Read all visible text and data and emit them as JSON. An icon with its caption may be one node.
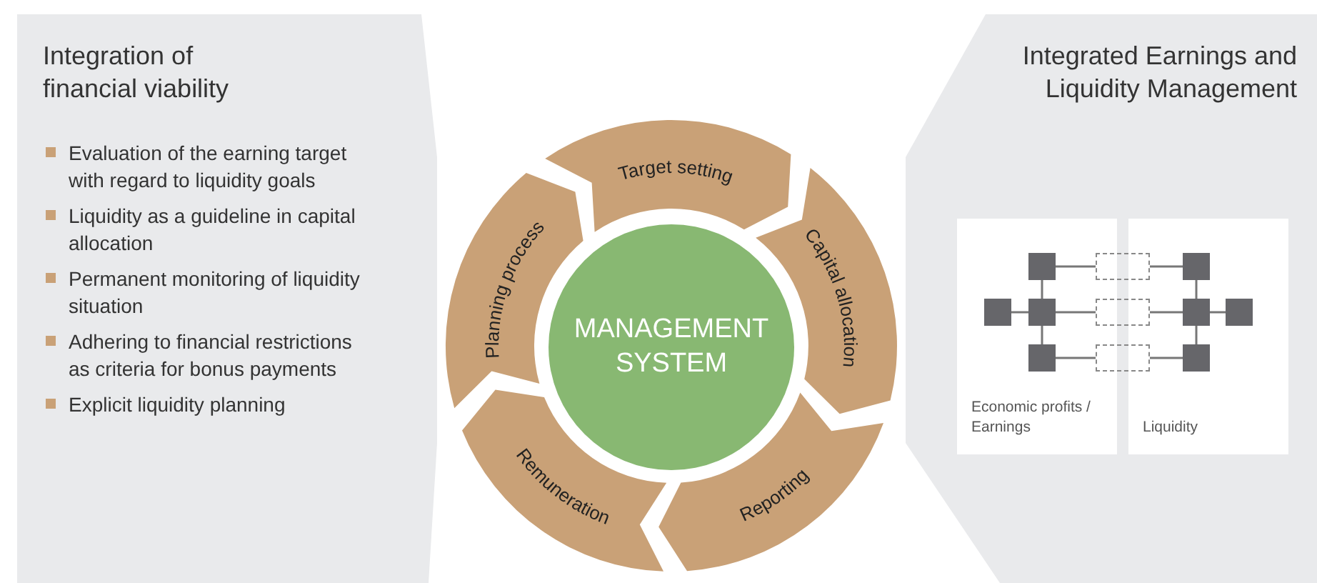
{
  "diagram": {
    "nodes": [
      {
        "text": [
          "Integration of financial viability",
          "Evaluation of the earning target with regard to liquidity goals",
          "Liquidity as a guideline in capital allocation",
          "Permanent monitoring of liquidity situation",
          "Adhering to financial restrictions as criteria for bonus payments",
          "Explicit liquidity planning"
        ]
      },
      {
        "text": [
          "Integrated Earnings and Liquidity Management"
        ]
      },
      {
        "text": [
          "Economic profits / Earnings"
        ],
        "in": 1
      },
      {
        "text": [
          "Liquidity"
        ],
        "in": 1
      },
      {
        "text": [
          "MANAGEMENT SYSTEM"
        ]
      },
      {
        "text": [
          "Target setting"
        ]
      },
      {
        "text": [
          "Capital allocation"
        ]
      },
      {
        "text": [
          "Reporting"
        ]
      },
      {
        "text": [
          "Remuneration"
        ]
      },
      {
        "text": [
          "Planning process"
        ]
      },
      {
        "text": [],
        "shape": "square",
        "in": 2
      },
      {
        "text": [],
        "shape": "square",
        "in": 2
      },
      {
        "text": [],
        "shape": "square",
        "in": 2
      },
      {
        "text": [],
        "shape": "square",
        "in": 2
      },
      {
        "text": [],
        "shape": "box",
        "in": 1
      },
      {
        "text": [],
        "shape": "box",
        "in": 1
      },
      {
        "text": [],
        "shape": "box",
        "in": 1
      },
      {
        "text": [],
        "shape": "square",
        "in": 3
      },
      {
        "text": [],
        "shape": "square",
        "in": 3
      },
      {
        "text": [],
        "shape": "square",
        "in": 3
      },
      {
        "text": [],
        "shape": "square",
        "in": 3
      }
    ],
    "edges": [
      {
        "from": 10,
        "to": 12,
        "arrow": "none"
      },
      {
        "from": 11,
        "to": 12,
        "arrow": "none"
      },
      {
        "from": 12,
        "to": 13,
        "arrow": "none"
      },
      {
        "from": 11,
        "to": 14,
        "arrow": "none"
      },
      {
        "from": 12,
        "to": 15,
        "arrow": "none"
      },
      {
        "from": 13,
        "to": 16,
        "arrow": "none"
      },
      {
        "from": 14,
        "to": 17,
        "arrow": "none"
      },
      {
        "from": 15,
        "to": 18,
        "arrow": "none"
      },
      {
        "from": 16,
        "to": 19,
        "arrow": "none"
      },
      {
        "from": 17,
        "to": 18,
        "arrow": "none"
      },
      {
        "from": 18,
        "to": 19,
        "arrow": "none"
      },
      {
        "from": 18,
        "to": 20,
        "arrow": "none"
      }
    ]
  }
}
